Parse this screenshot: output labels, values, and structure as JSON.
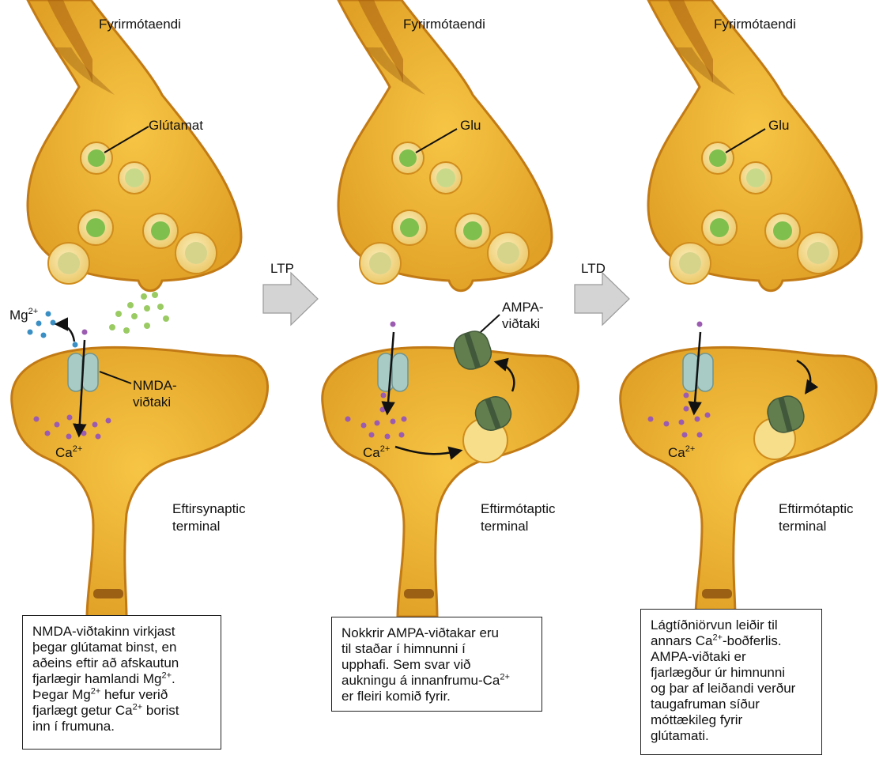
{
  "panels": [
    {
      "presynaptic_label": "Fyrirmótaendi",
      "vesicle_label": "Glútamat",
      "postsynaptic_label_1": "Eftirsynaptic",
      "postsynaptic_label_2": "terminal",
      "mg_label": "Mg",
      "ca_label": "Ca",
      "charge": "2+",
      "nmda_label_1": "NMDA-",
      "nmda_label_2": "viðtaki",
      "caption": [
        "NMDA-viðtakinn virkjast",
        "þegar glútamat binst, en",
        "aðeins eftir að afskautun",
        "fjarlægir hamlandi Mg",
        ". ",
        "Þegar Mg",
        " hefur verið",
        "fjarlægt getur Ca",
        " borist",
        "inn í frumuna."
      ]
    },
    {
      "presynaptic_label": "Fyrirmótaendi",
      "vesicle_label": "Glu",
      "postsynaptic_label_1": "Eftirmótaptic",
      "postsynaptic_label_2": "terminal",
      "ca_label": "Ca",
      "charge": "2+",
      "ampa_label_1": "AMPA-",
      "ampa_label_2": "viðtaki",
      "caption": [
        "Nokkrir AMPA-viðtakar eru",
        "til staðar í himnunni í",
        "upphafi. Sem svar við",
        "aukningu á innanfrumu-Ca",
        "er fleiri komið fyrir."
      ]
    },
    {
      "presynaptic_label": "Fyrirmótaendi",
      "vesicle_label": "Glu",
      "postsynaptic_label_1": "Eftirmótaptic",
      "postsynaptic_label_2": "terminal",
      "ca_label": "Ca",
      "charge": "2+",
      "caption": [
        "Lágtíðniörvun leiðir til",
        "annars Ca",
        "-boðferlis.",
        "AMPA-viðtaki er",
        "fjarlægður úr himnunni",
        "og þar af leiðandi verður",
        "taugafruman síður",
        "móttækileg fyrir",
        "glútamati."
      ]
    }
  ],
  "arrows": {
    "ltp": "LTP",
    "ltd": "LTD"
  },
  "colors": {
    "terminal_fill": "#e2a52a",
    "terminal_inner": "#f0b933",
    "membrane": "#b86a12",
    "vesicle_fill": "#f4d98a",
    "glutamate": "#8cc45a",
    "nmda": "#a7c9c4",
    "ampa": "#5e7c4a",
    "calcium": "#9b5bb0",
    "magnesium": "#3a8fc4",
    "arrow_fill": "#d3d3d3"
  }
}
